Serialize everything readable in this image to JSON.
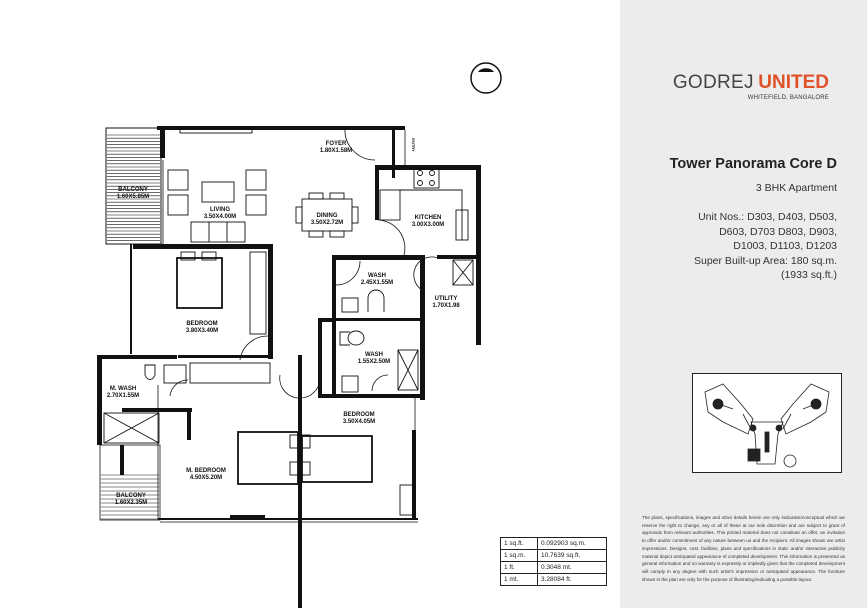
{
  "brand": {
    "name": "GODREJ",
    "name_accent": "UNITED",
    "location": "WHITEFIELD, BANGALORE",
    "accent_color": "#e0522a"
  },
  "tower": {
    "title": "Tower Panorama Core D",
    "type": "3 BHK Apartment"
  },
  "units": {
    "lines": [
      "Unit Nos.: D303, D403, D503,",
      "D603, D703 D803, D903,",
      "D1003, D1103, D1203",
      "Super Built-up Area: 180 sq.m.",
      "(1933 sq.ft.)"
    ]
  },
  "rooms": {
    "foyer": {
      "name": "FOYER",
      "size": "1.80X1.58M"
    },
    "entry": {
      "name": "ENTRY"
    },
    "balcony1": {
      "name": "BALCONY",
      "size": "1.60X5.85M"
    },
    "living": {
      "name": "LIVING",
      "size": "3.50X4.00M"
    },
    "dining": {
      "name": "DINING",
      "size": "3.50X2.72M"
    },
    "kitchen": {
      "name": "KITCHEN",
      "size": "3.00X3.00M"
    },
    "wash1": {
      "name": "WASH",
      "size": "2.45X1.55M"
    },
    "utility": {
      "name": "UTILITY",
      "size": "1.70X1.98"
    },
    "bedroom1": {
      "name": "BEDROOM",
      "size": "3.80X3.40M"
    },
    "wash2": {
      "name": "WASH",
      "size": "1.55X2.50M"
    },
    "mwash": {
      "name": "M. WASH",
      "size": "2.70X1.55M"
    },
    "bedroom2": {
      "name": "BEDROOM",
      "size": "3.50X4.05M"
    },
    "mbedroom": {
      "name": "M. BEDROOM",
      "size": "4.50X5.20M"
    },
    "balcony2": {
      "name": "BALCONY",
      "size": "1.60X2.35M"
    }
  },
  "conversion_table": [
    [
      "1 sq.ft.",
      "0.092903 sq.m."
    ],
    [
      "1 sq.m.",
      "10.7639 sq.ft."
    ],
    [
      "1 ft.",
      "0.3048 mt."
    ],
    [
      "1 mt.",
      "3.28084 ft."
    ]
  ],
  "disclaimer": "The plans, specifications, images and other details herein are only indicative/conceptual which we reserve the right to change, any or all of these at our sole discretion and are subject to grant of approvals from relevant authorities. This printed material does not constitute an offer, an invitation to offer and/or commitment of any nature between us and the recipient. All images shown are artist impressions. Designs, cost, facilities, plans and specifications in static and/or interactive publicity material depict anticipated appearance of completed development. This information is presented as general information and no warranty is expressly or impliedly given that the completed development will comply in any degree with such artist's impression or anticipated appearance. The furniture shown in the plan are only for the purpose of illustrating/indicating a possible layout.",
  "icons": {
    "compass": "north-compass-icon",
    "key_plan": "key-plan-map"
  }
}
